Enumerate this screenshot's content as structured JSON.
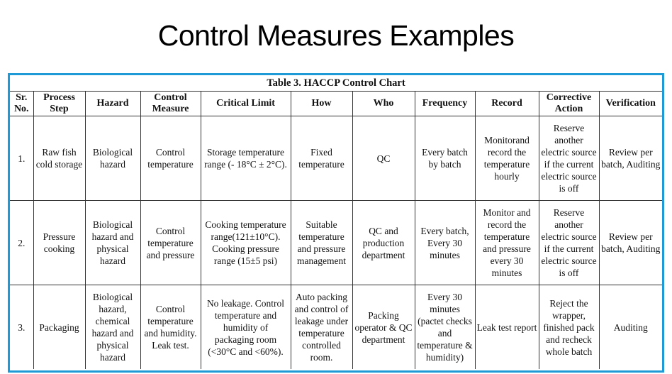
{
  "slide": {
    "title": "Control Measures Examples"
  },
  "table": {
    "caption": "Table 3. HACCP Control Chart",
    "columns": [
      "Sr. No.",
      "Process Step",
      "Hazard",
      "Control Measure",
      "Critical Limit",
      "How",
      "Who",
      "Frequency",
      "Record",
      "Corrective Action",
      "Verification"
    ],
    "rows": [
      {
        "sr_no": "1.",
        "process_step": "Raw fish cold storage",
        "hazard": "Biological hazard",
        "control_measure": "Control temperature",
        "critical_limit": "Storage temperature range (- 18°C ± 2°C).",
        "how": "Fixed temperature",
        "who": "QC",
        "frequency": "Every batch by batch",
        "record": "Monitorand record the temperature hourly",
        "corrective_action": "Reserve another electric source if the current electric source is off",
        "verification": "Review per batch, Auditing"
      },
      {
        "sr_no": "2.",
        "process_step": "Pressure cooking",
        "hazard": "Biological hazard and physical hazard",
        "control_measure": "Control temperature and pressure",
        "critical_limit": "Cooking temperature range(121±10°C). Cooking pressure range (15±5 psi)",
        "how": "Suitable temperature and pressure management",
        "who": "QC and production department",
        "frequency": "Every batch, Every 30 minutes",
        "record": "Monitor and record the temperature and pressure every 30 minutes",
        "corrective_action": "Reserve another electric source if the current electric source is off",
        "verification": "Review per batch, Auditing"
      },
      {
        "sr_no": "3.",
        "process_step": "Packaging",
        "hazard": "Biological hazard, chemical hazard and physical hazard",
        "control_measure": "Control temperature and humidity. Leak test.",
        "critical_limit": "No leakage. Control temperature and humidity of packaging room (<30°C and <60%).",
        "how": "Auto packing and control of leakage under temperature controlled room.",
        "who": "Packing operator & QC department",
        "frequency": "Every 30 minutes (pactet checks and temperature & humidity)",
        "record": "Leak test report",
        "corrective_action": "Reject the wrapper, finished pack and recheck whole batch",
        "verification": "Auditing"
      }
    ]
  },
  "colors": {
    "frame_border": "#1e9ad6",
    "grid_line": "#333333",
    "text": "#111111"
  }
}
